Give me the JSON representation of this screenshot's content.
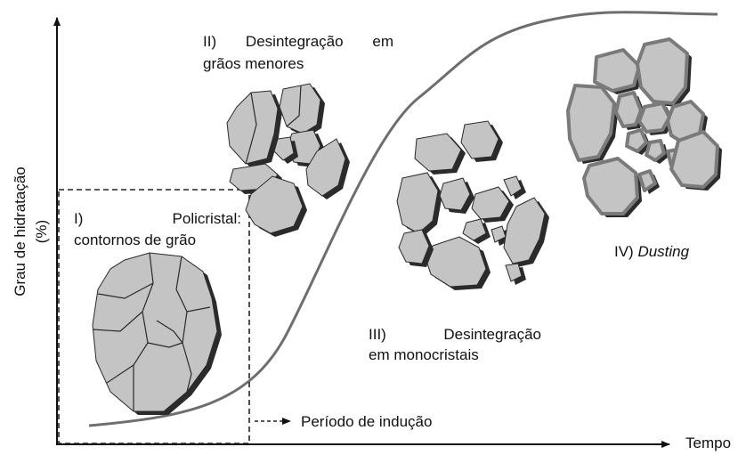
{
  "axes": {
    "y_label": "Grau de hidratação (%)",
    "x_label": "Tempo"
  },
  "stages": {
    "stage1": {
      "line1": "I) Policristal:",
      "line2": "contornos de grão"
    },
    "stage2": {
      "line1": "II) Desintegração em",
      "line2": "grãos menores"
    },
    "stage3": {
      "line1": "III) Desintegração",
      "line2": "em monocristais"
    },
    "stage4": {
      "prefix": "IV) ",
      "name": "Dusting"
    }
  },
  "induction_label": "Período de indução",
  "colors": {
    "fragment_fill": "#c4c4c4",
    "fragment_edge": "#2a2a2a",
    "fragment_shadow": "#2b2b2b",
    "stage4_border": "#7a7a7a",
    "curve": "#6e6e6e",
    "axes": "#111111"
  }
}
